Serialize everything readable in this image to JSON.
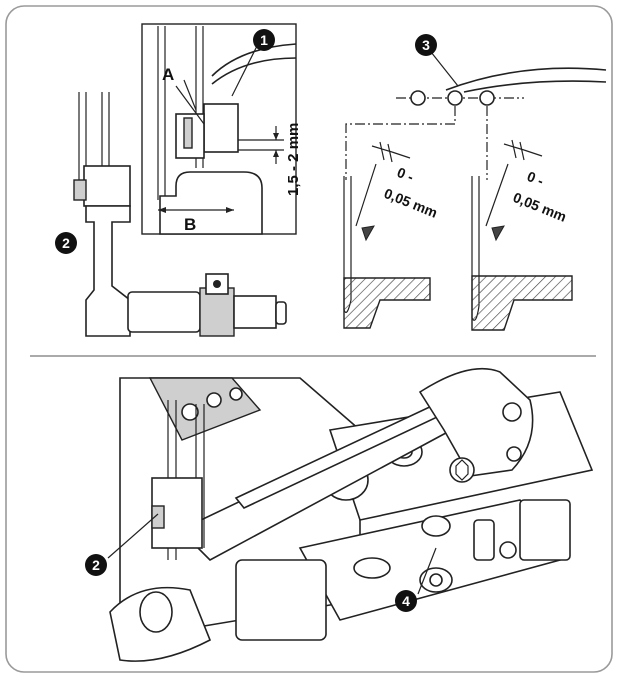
{
  "callouts": {
    "c1": "1",
    "c2_top": "2",
    "c3": "3",
    "c2_bottom": "2",
    "c4": "4"
  },
  "labels": {
    "letter_a": "A",
    "letter_b": "B",
    "gap_needle_height": "1,5 - 2 mm",
    "clearance_left_line1": "0 -",
    "clearance_left_line2": "0,05 mm",
    "clearance_right_line1": "0 -",
    "clearance_right_line2": "0,05 mm"
  },
  "colors": {
    "frame": "#9a9a9a",
    "ink": "#222222",
    "hatch": "#444444",
    "shade": "#cfcfcf"
  }
}
